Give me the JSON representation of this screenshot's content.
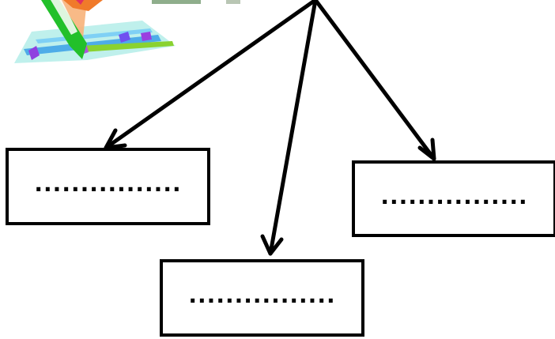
{
  "diagram": {
    "boxes": [
      {
        "id": "left",
        "text": "................"
      },
      {
        "id": "bottom",
        "text": "................"
      },
      {
        "id": "right",
        "text": "................"
      }
    ]
  },
  "colors": {
    "stroke": "#000000",
    "background": "#ffffff",
    "map_green": "#22c02a",
    "map_blue": "#3aa0e8",
    "map_orange": "#f08a3c",
    "map_purple": "#b050e0"
  },
  "icons": [
    "map-clipart-icon",
    "arrow-icon"
  ]
}
